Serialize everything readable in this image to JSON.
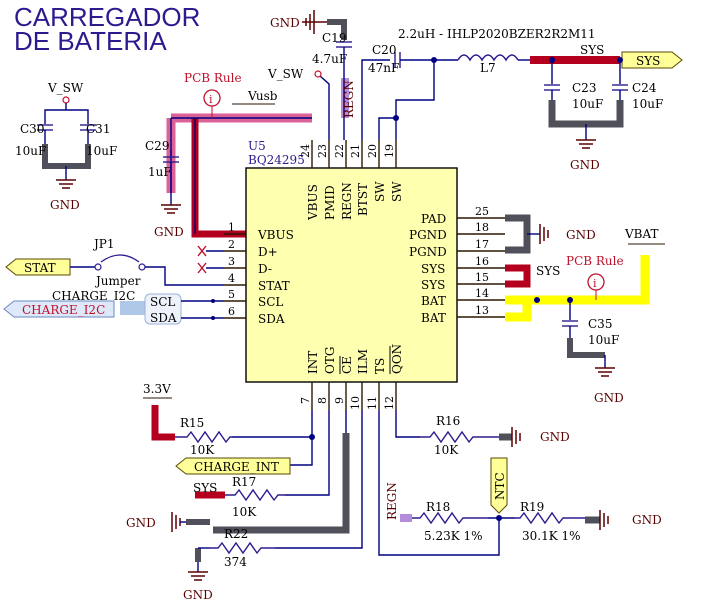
{
  "title": {
    "line1": "CARREGADOR",
    "line2": "DE BATERIA"
  },
  "ic": {
    "ref": "U5",
    "part": "BQ24295",
    "left_pins": [
      {
        "num": "1",
        "name": "VBUS"
      },
      {
        "num": "2",
        "name": "D+"
      },
      {
        "num": "3",
        "name": "D-"
      },
      {
        "num": "4",
        "name": "STAT"
      },
      {
        "num": "5",
        "name": "SCL"
      },
      {
        "num": "6",
        "name": "SDA"
      }
    ],
    "top_pins": [
      {
        "num": "24",
        "name": "VBUS"
      },
      {
        "num": "23",
        "name": "PMID"
      },
      {
        "num": "22",
        "name": "REGN"
      },
      {
        "num": "21",
        "name": "BTST"
      },
      {
        "num": "20",
        "name": "SW"
      },
      {
        "num": "19",
        "name": "SW"
      }
    ],
    "right_pins": [
      {
        "num": "25",
        "name": "PAD"
      },
      {
        "num": "18",
        "name": "PGND"
      },
      {
        "num": "17",
        "name": "PGND"
      },
      {
        "num": "16",
        "name": "SYS"
      },
      {
        "num": "15",
        "name": "SYS"
      },
      {
        "num": "14",
        "name": "BAT"
      },
      {
        "num": "13",
        "name": "BAT"
      }
    ],
    "bottom_pins": [
      {
        "num": "7",
        "name": "INT"
      },
      {
        "num": "8",
        "name": "OTG"
      },
      {
        "num": "9",
        "name": "CE"
      },
      {
        "num": "10",
        "name": "ILM"
      },
      {
        "num": "11",
        "name": "TS"
      },
      {
        "num": "12",
        "name": "QON"
      }
    ]
  },
  "components": {
    "c30": {
      "ref": "C30",
      "value": "10uF"
    },
    "c31": {
      "ref": "C31",
      "value": "10uF"
    },
    "c29": {
      "ref": "C29",
      "value": "1uF"
    },
    "c19": {
      "ref": "C19",
      "value": "4.7uF"
    },
    "c20": {
      "ref": "C20",
      "value": "47nF"
    },
    "l7": {
      "ref": "L7",
      "value": "2.2uH - IHLP2020BZER2R2M11"
    },
    "c23": {
      "ref": "C23",
      "value": "10uF"
    },
    "c24": {
      "ref": "C24",
      "value": "10uF"
    },
    "c35": {
      "ref": "C35",
      "value": "10uF"
    },
    "jp1": {
      "ref": "JP1",
      "value": "Jumper"
    },
    "r15": {
      "ref": "R15",
      "value": "10K"
    },
    "r16": {
      "ref": "R16",
      "value": "10K"
    },
    "r17": {
      "ref": "R17",
      "value": "10K"
    },
    "r18": {
      "ref": "R18",
      "value": "5.23K 1%"
    },
    "r19": {
      "ref": "R19",
      "value": "30.1K 1%"
    },
    "r22": {
      "ref": "R22",
      "value": "374"
    }
  },
  "nets": {
    "v_sw": "V_SW",
    "v_sw2": "V_SW",
    "vusb": "Vusb",
    "sys": "SYS",
    "sys_flag": "SYS",
    "sys_right": "SYS",
    "sys_r17": "SYS",
    "vbat": "VBAT",
    "v33": "3.3V",
    "regn_top": "REGN",
    "regn_bottom": "REGN",
    "ntc": "NTC",
    "stat": "STAT",
    "charge_i2c_top": "CHARGE_I2C",
    "charge_i2c_flag": "CHARGE_I2C",
    "scl": "SCL",
    "sda": "SDA",
    "charge_int": "CHARGE_INT",
    "gnd": "GND"
  },
  "rules": {
    "pcb_rule_1": "PCB Rule",
    "pcb_rule_2": "PCB Rule",
    "rule_icon": "i"
  },
  "colors": {
    "highlight_red": "#b4001e",
    "highlight_pink": "#d7508c",
    "highlight_yellow": "#ffff00",
    "highlight_gray": "#50505a",
    "highlight_lavender": "#b48cdc",
    "ic_fill": "#ffffb0",
    "wire": "#000080",
    "gnd": "#5a0000"
  }
}
